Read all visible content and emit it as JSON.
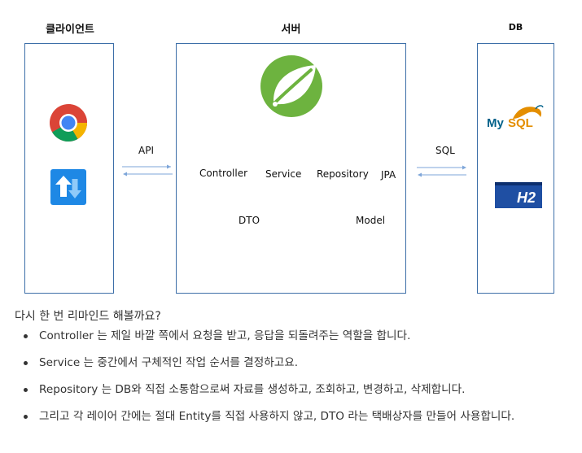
{
  "diagram": {
    "client_header": "클라이언트",
    "server_header": "서버",
    "db_header": "DB",
    "api_label": "API",
    "sql_label": "SQL",
    "server_components": {
      "controller": "Controller",
      "service": "Service",
      "repository": "Repository",
      "jpa": "JPA",
      "dto": "DTO",
      "model": "Model"
    },
    "icons": {
      "client": [
        "chrome-icon",
        "http-transfer-icon"
      ],
      "server": [
        "spring-leaf-icon"
      ],
      "db": [
        "mysql-logo",
        "h2-logo"
      ]
    },
    "colors": {
      "box_border": "#3d6fa8",
      "arrow": "#7ea6d9",
      "spring_green": "#6db33f",
      "mysql_blue": "#00618a",
      "h2_blue": "#1f4fa3"
    }
  },
  "logos": {
    "mysql_my": "My",
    "mysql_sql": "SQL",
    "h2": "H2"
  },
  "text": {
    "intro": "다시 한 번 리마인드 해볼까요?",
    "bullets": [
      "Controller 는 제일 바깥 쪽에서 요청을 받고, 응답을 되돌려주는 역할을 합니다.",
      "Service 는 중간에서 구체적인 작업 순서를 결정하고요.",
      "Repository 는 DB와 직접 소통함으로써 자료를 생성하고, 조회하고, 변경하고, 삭제합니다.",
      "그리고 각 레이어 간에는 절대 Entity를 직접 사용하지 않고, DTO 라는 택배상자를 만들어 사용합니다."
    ]
  }
}
